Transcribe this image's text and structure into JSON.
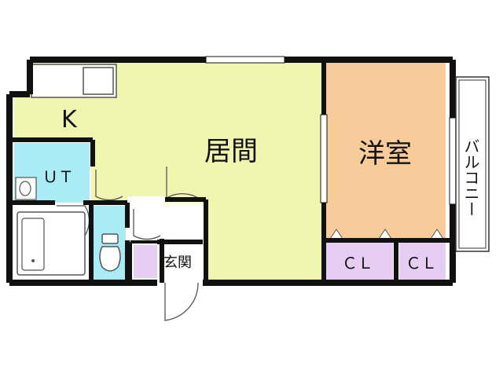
{
  "rooms": {
    "kitchen": "K",
    "living": "居間",
    "western_room": "洋室",
    "utility": "ＵＴ",
    "entrance": "玄関",
    "closet_1": "ＣＬ",
    "closet_2": "ＣＬ",
    "balcony": "バルコニー"
  },
  "colors": {
    "wall": "#111111",
    "living_fill": "#f0f5b0",
    "western_fill": "#f8cc98",
    "utility_fill": "#a9ecf5",
    "toilet_fill": "#a9ecf5",
    "closet_fill": "#e6cdf2",
    "balcony_fill": "#ffffff",
    "fixture_stroke": "#555555"
  }
}
